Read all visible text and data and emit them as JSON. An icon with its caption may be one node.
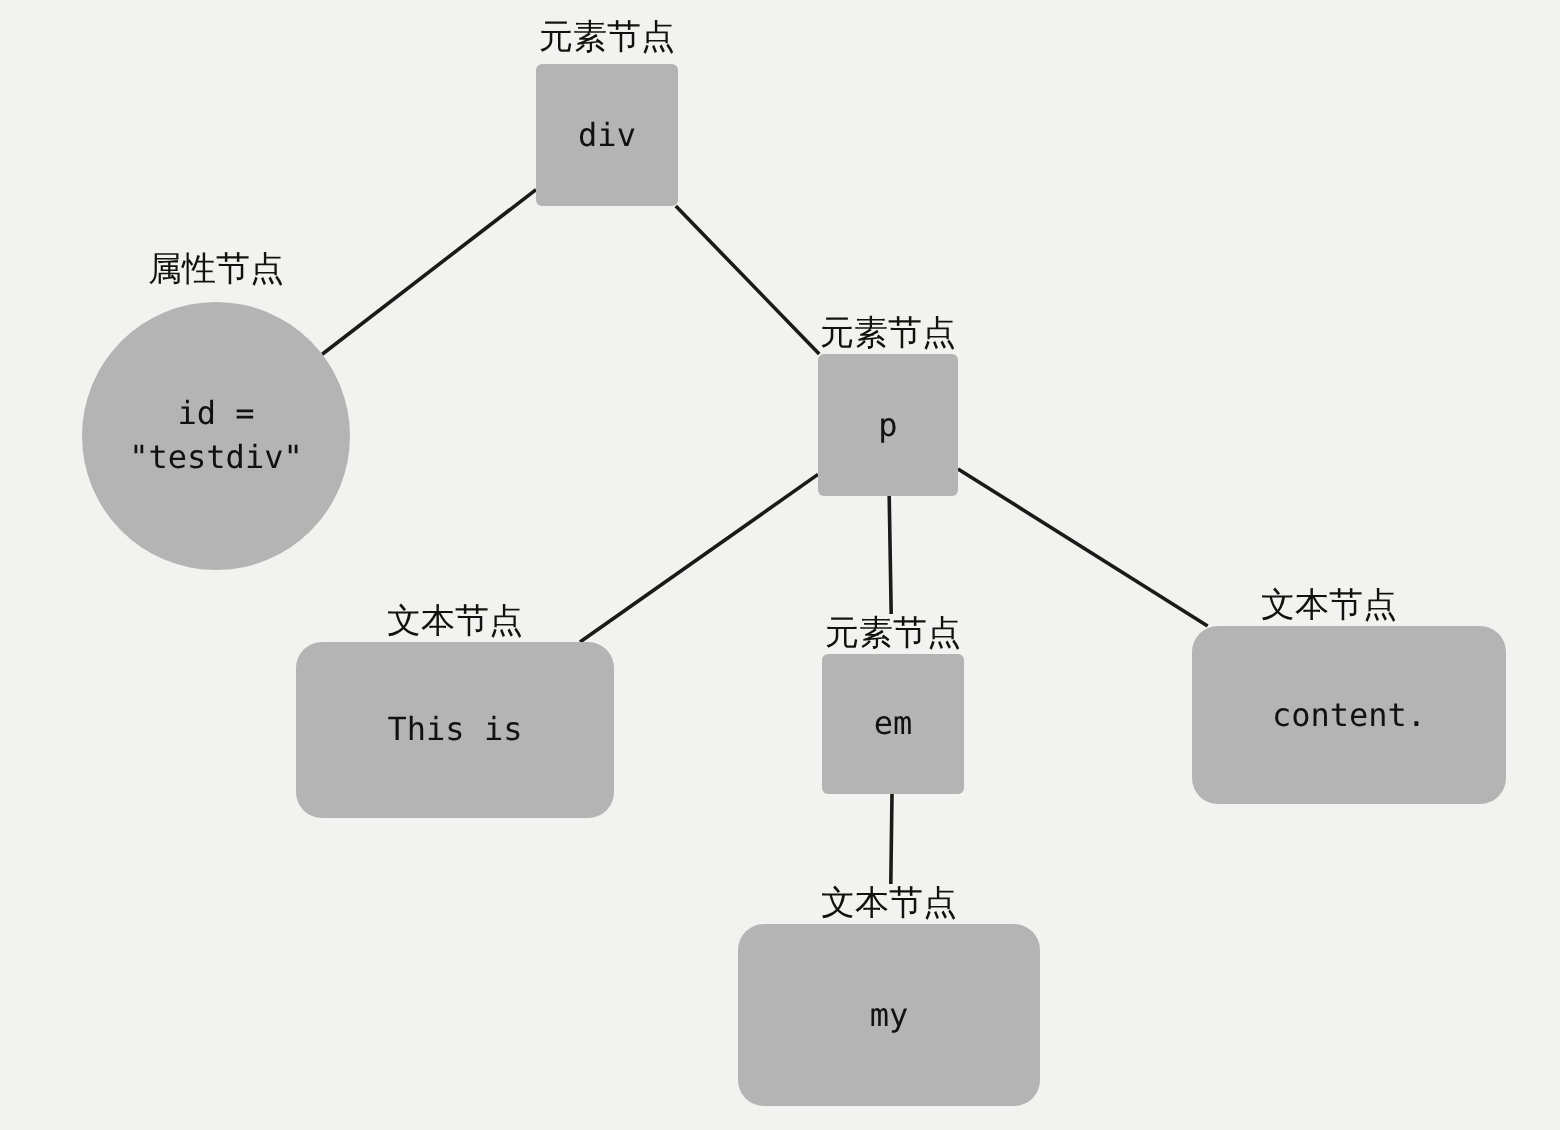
{
  "diagram": {
    "nodes": [
      {
        "text": [
          "元素节点",
          "div"
        ]
      },
      {
        "text": [
          "属性节点",
          "id = \"testdiv\""
        ]
      },
      {
        "text": [
          "元素节点",
          "p"
        ]
      },
      {
        "text": [
          "文本节点",
          "This is"
        ]
      },
      {
        "text": [
          "元素节点",
          "em"
        ]
      },
      {
        "text": [
          "文本节点",
          "content."
        ]
      },
      {
        "text": [
          "文本节点",
          "my"
        ]
      }
    ],
    "edges": [
      {
        "from": 0,
        "to": 1,
        "arrow": "none"
      },
      {
        "from": 0,
        "to": 2,
        "arrow": "none"
      },
      {
        "from": 2,
        "to": 3,
        "arrow": "none"
      },
      {
        "from": 2,
        "to": 4,
        "arrow": "none"
      },
      {
        "from": 2,
        "to": 5,
        "arrow": "none"
      },
      {
        "from": 4,
        "to": 6,
        "arrow": "none"
      }
    ]
  }
}
